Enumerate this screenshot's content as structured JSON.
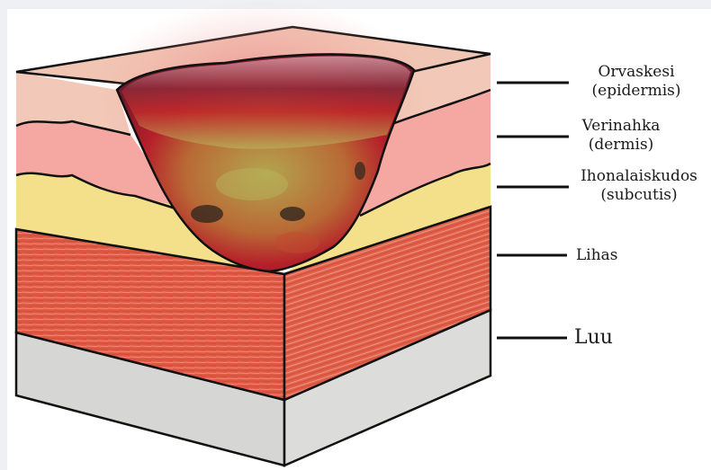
{
  "layers": [
    {
      "id": "epidermis",
      "name": "Orvaskesi",
      "latin": "(epidermis)",
      "color": "#f3c7b6"
    },
    {
      "id": "dermis",
      "name": "Verinahka",
      "latin": "(dermis)",
      "color": "#f5a8a1"
    },
    {
      "id": "subcutis",
      "name": "Ihonalaiskudos",
      "latin": "(subcutis)",
      "color": "#f4e08a"
    },
    {
      "id": "muscle",
      "name": "Lihas",
      "latin": "",
      "color": "#df5a45"
    },
    {
      "id": "bone",
      "name": "Luu",
      "latin": "",
      "color": "#d6d6d4"
    }
  ],
  "colors": {
    "outline": "#111111",
    "wound_red": "#b01a28",
    "wound_slough": "#a7a24e",
    "wound_edge": "#c88a92"
  }
}
